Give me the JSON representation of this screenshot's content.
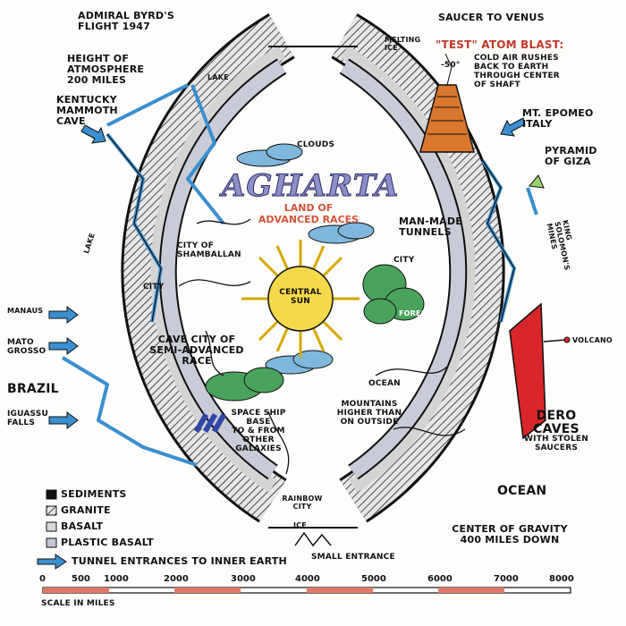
{
  "title": "AGHARTA",
  "subtitle": "LAND OF\nADVANCED RACES",
  "labels": {
    "admiral_byrd": "ADMIRAL BYRD'S\nFLIGHT 1947",
    "saucer_to_venus": "SAUCER TO VENUS",
    "height_atmosphere": "HEIGHT OF\nATMOSPHERE\n200 MILES",
    "melting_ice": "MELTING\nICE",
    "lake_top": "LAKE",
    "atom_blast_title": "\"TEST\" ATOM BLAST:",
    "atom_blast_text": "COLD AIR RUSHES\nBACK TO EARTH\nTHROUGH CENTER\nOF SHAFT",
    "minus_fifty": "-50°",
    "kentucky": "KENTUCKY\nMAMMOTH\nCAVE",
    "clouds": "CLOUDS",
    "mt_epomeo": "MT. EPOMEO\nITALY",
    "pyramid": "PYRAMID\nOF GIZA",
    "man_made_tunnels": "MAN-MADE\nTUNNELS",
    "king_solomons_mines": "KING\nSOLOMON'S\nMINES",
    "city_shamballan": "CITY OF\nSHAMBALLAN",
    "city_left": "CITY",
    "city_right": "CITY",
    "central_sun": "CENTRAL\nSUN",
    "forest": "FOREST",
    "lake_left": "LAKE",
    "manaus": "MANAUS",
    "volcano": "VOLCANO",
    "mato_grosso": "MATO\nGROSSO",
    "cave_city": "CAVE CITY OF\nSEMI-ADVANCED\nRACE",
    "ocean_inner": "OCEAN",
    "brazil": "BRAZIL",
    "mountains": "MOUNTAINS\nHIGHER THAN\nON OUTSIDE",
    "iguassu": "IGUASSU\nFALLS",
    "space_ship": "SPACE SHIP\nBASE\nTO & FROM\nOTHER\nGALAXIES",
    "dero_caves_title": "DERO\nCAVES",
    "dero_caves_text": "WITH STOLEN\nSAUCERS",
    "ocean_outer": "OCEAN",
    "rainbow_city": "RAINBOW\nCITY",
    "ice": "ICE",
    "center_gravity": "CENTER OF GRAVITY\n400 MILES DOWN",
    "small_entrance": "SMALL ENTRANCE"
  },
  "legend": [
    {
      "label": "SEDIMENTS",
      "color": "#111111",
      "icon": "sediments-swatch"
    },
    {
      "label": "GRANITE",
      "color": "#9a9a9a",
      "icon": "granite-swatch"
    },
    {
      "label": "BASALT",
      "color": "#d8d8d8",
      "icon": "basalt-swatch"
    },
    {
      "label": "PLASTIC BASALT",
      "color": "#c4c8d6",
      "icon": "plastic-basalt-swatch"
    },
    {
      "label": "TUNNEL ENTRANCES TO INNER EARTH",
      "color": "#3a8fcf",
      "icon": "tunnel-arrow-icon"
    }
  ],
  "scale": {
    "ticks": [
      "0",
      "500",
      "1000",
      "2000",
      "3000",
      "4000",
      "5000",
      "6000",
      "7000",
      "8000"
    ],
    "label": "SCALE IN MILES"
  },
  "colors": {
    "tunnel_blue": "#3a8fcf",
    "sun_yellow": "#f4d94a",
    "forest_green": "#4aa35c",
    "atom_orange": "#d9772e",
    "dero_red": "#d9262a",
    "title_violet": "#8f8fc8",
    "cloud_blue": "#7fb7dd",
    "shell_grey": "#c9ccd6"
  }
}
